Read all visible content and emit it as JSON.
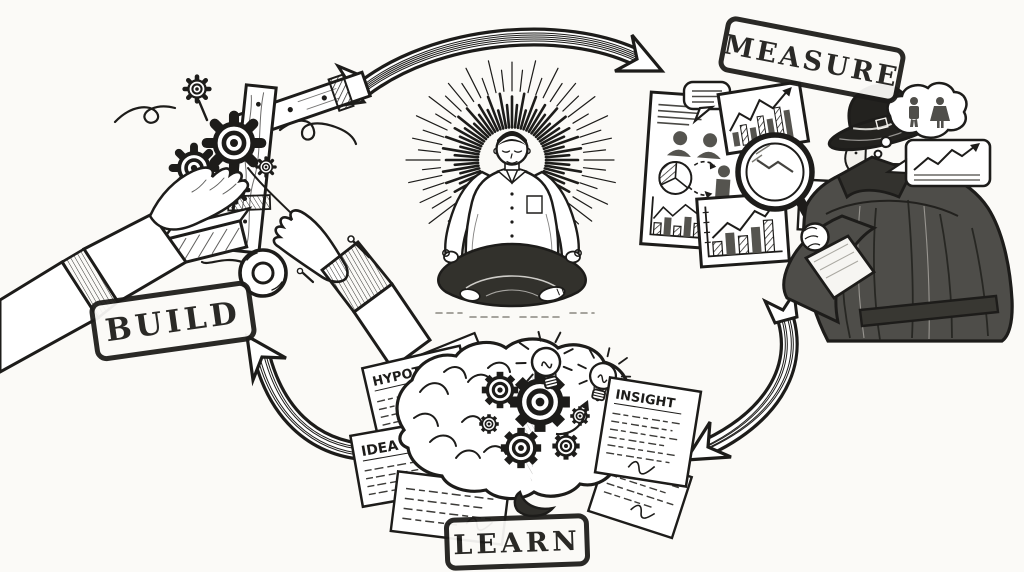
{
  "canvas": {
    "bg": "#fbfaf7",
    "ink": "#1d1c1a",
    "paper": "#ffffff",
    "coat": "#4e4d49"
  },
  "diagram": {
    "name": "build-measure-learn-cycle"
  },
  "stages": {
    "build": {
      "label": "BUILD"
    },
    "measure": {
      "label": "MEASURE"
    },
    "learn": {
      "label": "LEARN"
    }
  },
  "arrows": [
    {
      "from": "build",
      "to": "measure"
    },
    {
      "from": "measure",
      "to": "learn"
    },
    {
      "from": "learn",
      "to": "build"
    }
  ],
  "learn_notes": {
    "hypothesis": "HYPOTHESIS",
    "idea": "IDEA",
    "insight": "INSIGHT"
  },
  "icons": [
    "gear-icon",
    "lightbulb-icon",
    "brain-icon",
    "magnifier-icon",
    "fedora-hat-icon",
    "pie-chart-icon",
    "bar-chart-icon",
    "line-chart-icon",
    "speech-bubble-icon",
    "thought-bubble-icon",
    "paper-note",
    "tape-roll-icon",
    "wood-plank-icon",
    "screw-icon",
    "halo-rays",
    "cycle-arrow"
  ]
}
